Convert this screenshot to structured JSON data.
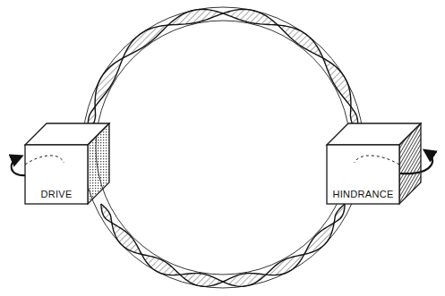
{
  "diagram": {
    "nodes": [
      {
        "text": [
          "DRIVE"
        ]
      },
      {
        "text": [
          "HINDRANCE"
        ]
      }
    ],
    "edges": [
      {
        "from": 0,
        "to": 1,
        "arrow": "none"
      },
      {
        "from": 0,
        "to": 1,
        "arrow": "none"
      }
    ]
  }
}
